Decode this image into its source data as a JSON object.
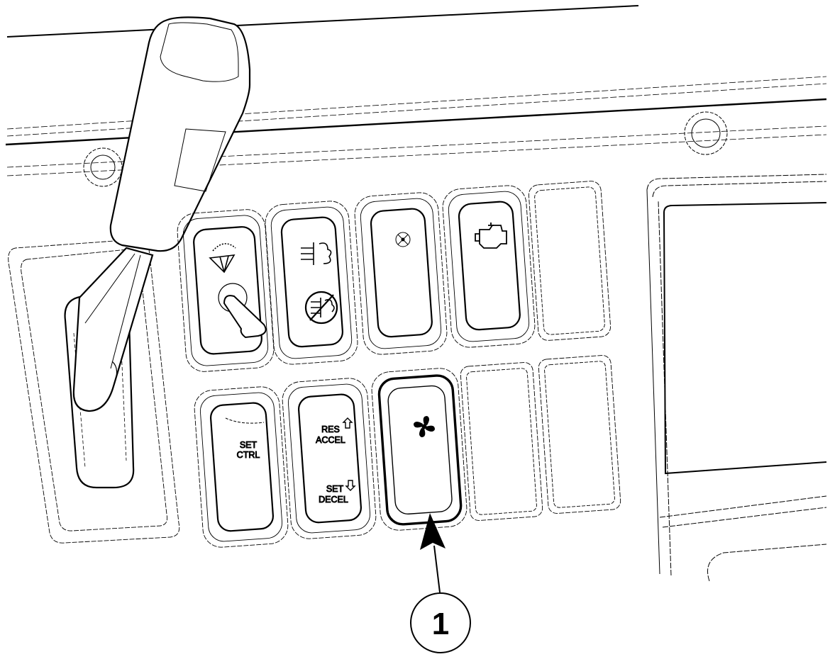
{
  "diagram": {
    "background_color": "#ffffff",
    "line_color": "#000000",
    "switches": {
      "wiper_washer": {
        "icon": "wiper-icon"
      },
      "engine_brake": {
        "icon": "exhaust-brake-icon",
        "icon_lower": "exhaust-brake-off-icon"
      },
      "panel_light": {
        "icon": "panel-light-icon"
      },
      "check_engine": {
        "icon": "engine-icon"
      },
      "set_ctrl": {
        "label_line1": "SET",
        "label_line2": "CTRL"
      },
      "res_set": {
        "upper_line1": "RES",
        "upper_line2": "ACCEL",
        "lower_line1": "SET",
        "lower_line2": "DECEL",
        "upper_icon": "arrow-up-icon",
        "lower_icon": "arrow-down-icon"
      },
      "fan": {
        "icon": "fan-icon",
        "highlighted": true
      }
    },
    "callout": {
      "number": "1",
      "points_to": "fan-switch"
    }
  }
}
